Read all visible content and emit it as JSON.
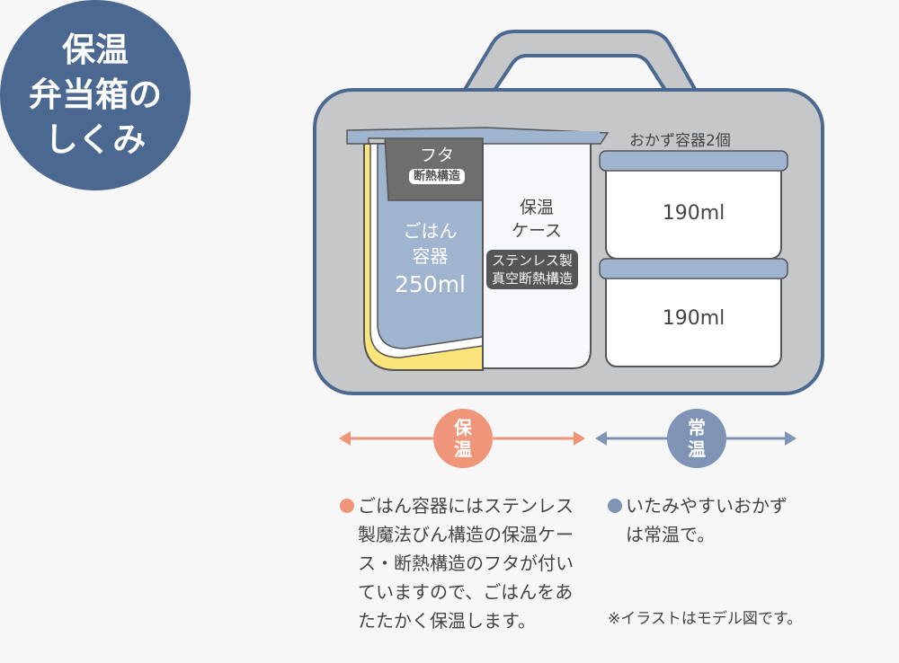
{
  "title": {
    "line1": "保温",
    "line2": "弁当箱の",
    "line3": "しくみ"
  },
  "colors": {
    "accent_blue": "#4b6890",
    "warm": "#ef9579",
    "normal": "#7f93b5",
    "bag": "#c6c7c9",
    "yellow": "#fbe47a",
    "rice_blue": "#9fb4ce"
  },
  "lid": {
    "label": "フタ",
    "badge": "断熱構造"
  },
  "rice": {
    "line1": "ごはん",
    "line2": "容器",
    "volume": "250ml"
  },
  "case": {
    "line1": "保温",
    "line2": "ケース",
    "badge_line1": "ステンレス製",
    "badge_line2": "真空断熱構造"
  },
  "side": {
    "label": "おかず容器2個",
    "top_volume": "190ml",
    "bottom_volume": "190ml"
  },
  "legend": {
    "warm": {
      "line1": "保",
      "line2": "温"
    },
    "normal": {
      "line1": "常",
      "line2": "温"
    }
  },
  "notes": {
    "warm_lines": [
      "ごはん容器にはステンレス",
      "製魔法びん構造の保温ケー",
      "ス・断熱構造のフタが付い",
      "ていますので、ごはんをあ",
      "たたかく保温します。"
    ],
    "normal_lines": [
      "いたみやすいおかず",
      "は常温で。"
    ],
    "disclaimer": "※イラストはモデル図です。"
  }
}
